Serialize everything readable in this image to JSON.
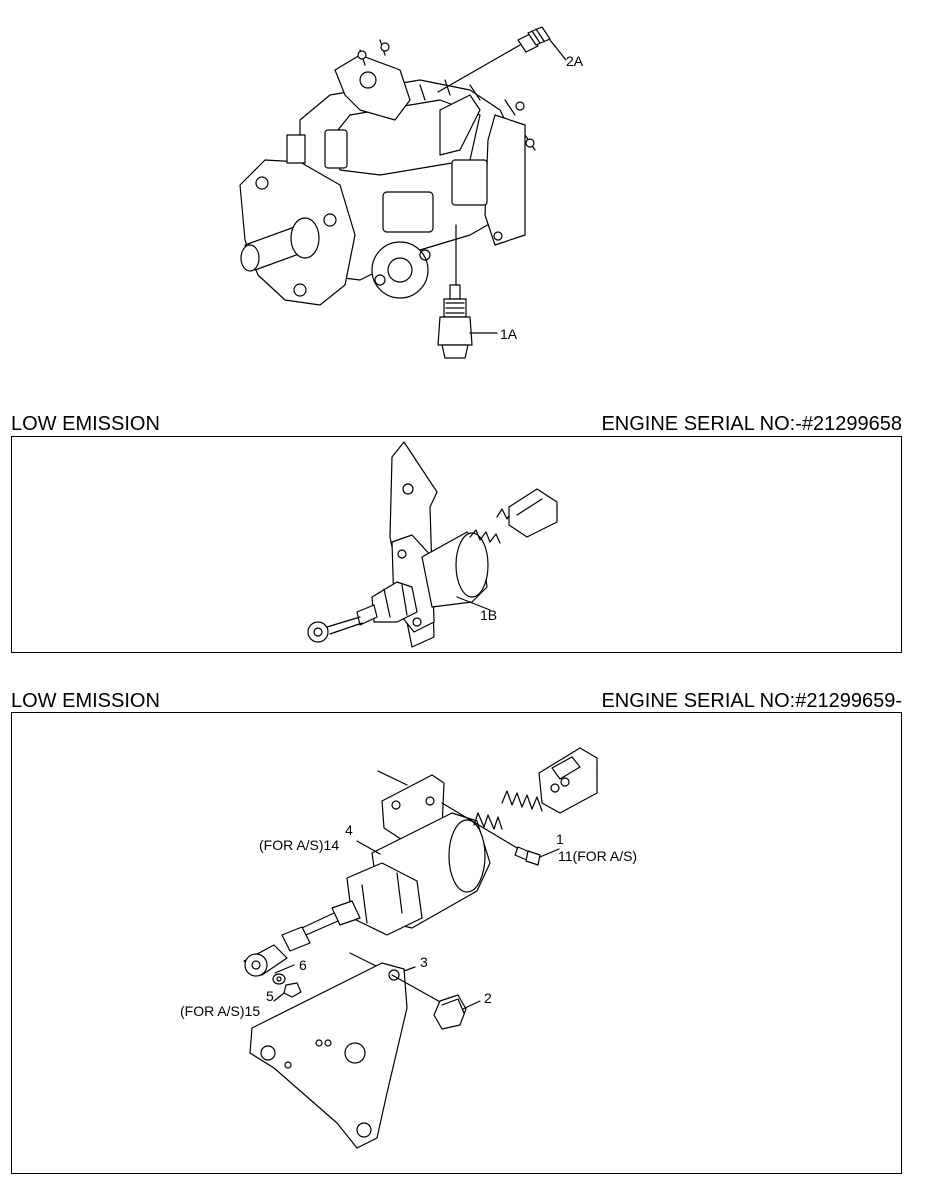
{
  "sections": {
    "top": {
      "callouts": {
        "c2a": "2A",
        "c1a": "1A"
      }
    },
    "middle": {
      "title_left": "LOW EMISSION",
      "title_right": "ENGINE SERIAL NO:-#21299658",
      "callouts": {
        "c1b": "1B"
      }
    },
    "bottom": {
      "title_left": "LOW EMISSION",
      "title_right": "ENGINE SERIAL NO:#21299659-",
      "callouts": {
        "c4": "4",
        "c14": "(FOR A/S)14",
        "c1": "1",
        "c11": "11(FOR A/S)",
        "c6": "6",
        "c5": "5",
        "c15": "(FOR A/S)15",
        "c3": "3",
        "c2": "2"
      }
    }
  }
}
